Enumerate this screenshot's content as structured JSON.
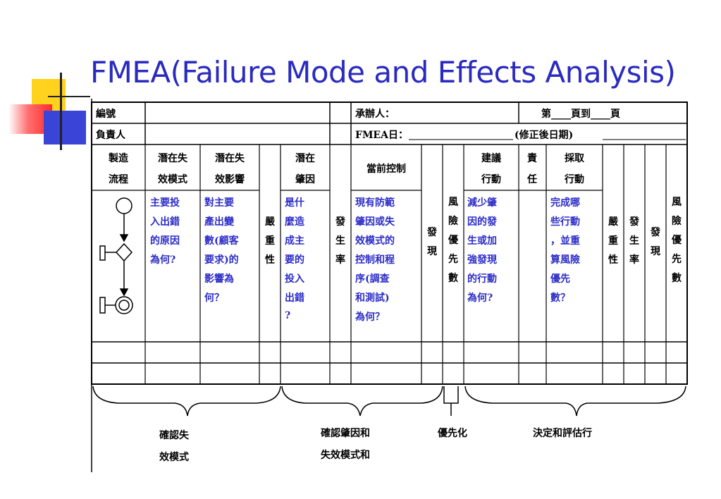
{
  "slide": {
    "title": "FMEA(Failure Mode and Effects Analysis)"
  },
  "form": {
    "row1": {
      "no_label": "編號",
      "handler_label": "承辦人：",
      "page_text": "第____頁到____頁"
    },
    "row2": {
      "owner_label": "負責人",
      "fmea_date_label": "FMEA日：",
      "revised_date_label": "(修正後日期)"
    },
    "headers": {
      "process": [
        "製造",
        "流程"
      ],
      "failure_mode": [
        "潛在失",
        "效模式"
      ],
      "failure_effect": [
        "潛在失",
        "效影響"
      ],
      "severity": [
        "嚴",
        "重",
        "性"
      ],
      "potential_cause": [
        "潛在",
        "肇因"
      ],
      "occurrence": [
        "發",
        "生",
        "率"
      ],
      "current_control": "當前控制",
      "detection": [
        "發",
        "現"
      ],
      "rpn": [
        "風",
        "險",
        "優",
        "先",
        "數"
      ],
      "recommended_action": [
        "建議",
        "行動"
      ],
      "responsibility": [
        "責",
        "任"
      ],
      "action_taken": [
        "採取",
        "行動"
      ],
      "severity2": [
        "嚴",
        "重",
        "性"
      ],
      "occurrence2": [
        "發",
        "生",
        "率"
      ],
      "detection2": [
        "發",
        "現"
      ],
      "rpn2": [
        "風",
        "險",
        "優",
        "先",
        "數"
      ]
    },
    "descriptions": {
      "failure_mode": [
        "主要投",
        "入出錯",
        "的原因",
        "為何?"
      ],
      "failure_effect": [
        "對主要",
        "產出變",
        "數(顧客",
        "要求)的",
        "影響為",
        "何？"
      ],
      "potential_cause": [
        "是什",
        "麼造",
        "成主",
        "要的",
        "投入",
        "出錯",
        "?"
      ],
      "current_control": [
        "現有防範",
        "肇因或失",
        "效模式的",
        "控制和程",
        "序(調查",
        "和測試)",
        "為何？"
      ],
      "recommended_action": [
        "減少肇",
        "因的發",
        "生或加",
        "強發現",
        "的行動",
        "為何?"
      ],
      "action_taken": [
        "完成哪",
        "些行動",
        "，並重",
        "算風險",
        "優先",
        "數？"
      ]
    }
  },
  "captions": {
    "identify_failure_mode": [
      "確認失",
      "效模式"
    ],
    "identify_cause": [
      "確認肇因和",
      "失效模式和"
    ],
    "prioritize": "優先化",
    "decide_evaluate": "決定和評估行"
  }
}
